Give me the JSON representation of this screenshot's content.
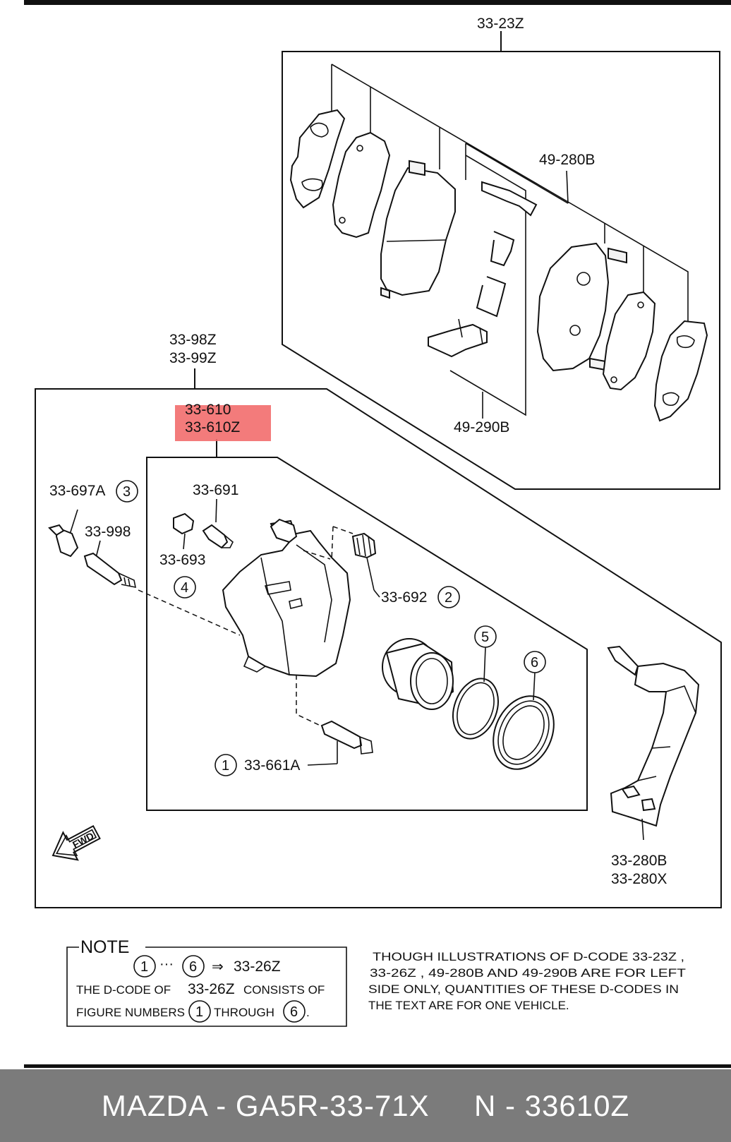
{
  "labels": {
    "pad_kit": "33-23Z",
    "shim_kit": "49-280B",
    "clip_kit": "49-290B",
    "caliper_assy_l1": "33-98Z",
    "caliper_assy_l2": "33-99Z",
    "caliper_l1": "33-610",
    "caliper_l2": "33-610Z",
    "boot_a": "33-697A",
    "pin_998": "33-998",
    "bleeder": "33-691",
    "cap": "33-693",
    "dust_boot": "33-692",
    "guide_pin": "33-661A",
    "bracket_l1": "33-280B",
    "bracket_l2": "33-280X",
    "fwd": "FWD"
  },
  "figure_numbers": {
    "n1": "1",
    "n2": "2",
    "n3": "3",
    "n4": "4",
    "n5": "5",
    "n6": "6"
  },
  "note": {
    "title": "NOTE",
    "arrow_line_target": "33-26Z",
    "dots": "···",
    "arrow": "⇒",
    "line2_a": "THE D-CODE OF",
    "line2_b": "33-26Z",
    "line2_c": "CONSISTS OF",
    "line3_a": "FIGURE NUMBERS",
    "line3_b": "THROUGH",
    "line3_end": "."
  },
  "remark": {
    "line1": "THOUGH  ILLUSTRATIONS  OF  D-CODE  33-23Z ,",
    "line2": "33-26Z  , 49-280B AND 49-290B ARE  FOR  LEFT",
    "line3": "SIDE  ONLY,  QUANTITIES  OF  THESE  D-CODES  IN",
    "line4": "THE  TEXT  ARE  FOR  ONE  VEHICLE."
  },
  "highlight_color": "#f26d6d",
  "footer": {
    "text": "MAZDA - GA5R-33-71X     N - 33610Z"
  }
}
